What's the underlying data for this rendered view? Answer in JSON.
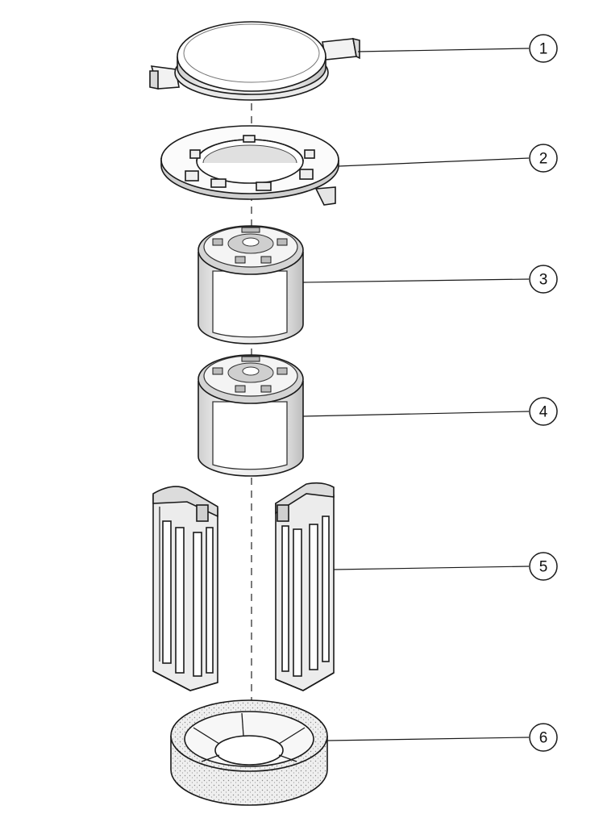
{
  "diagram": {
    "type": "exploded-assembly-drawing",
    "callouts": [
      {
        "number": "1",
        "part": "lid"
      },
      {
        "number": "2",
        "part": "mounting-ring"
      },
      {
        "number": "3",
        "part": "upper-cartridge"
      },
      {
        "number": "4",
        "part": "lower-cartridge"
      },
      {
        "number": "5",
        "part": "split-cage-halves"
      },
      {
        "number": "6",
        "part": "base-ring"
      }
    ],
    "colors": {
      "line": "#1a1a1a",
      "paper": "#ffffff",
      "shade": "#d9d9d9",
      "light": "#f3f3f3"
    }
  }
}
